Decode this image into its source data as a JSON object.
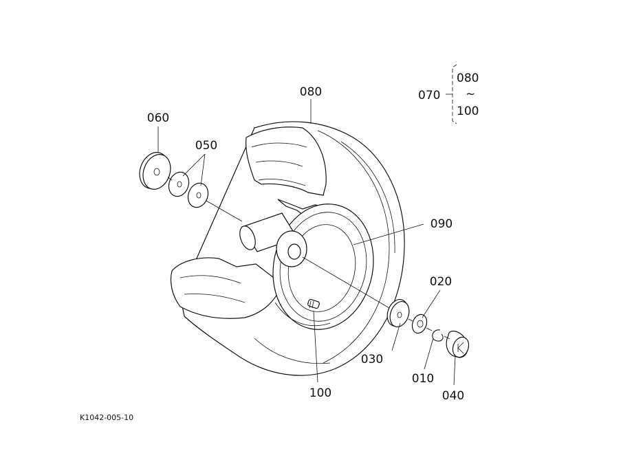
{
  "diagram": {
    "reference_code": "K1042-005-10",
    "assembly": {
      "label": "070",
      "range_start": "080",
      "range_sep": "~",
      "range_end": "100"
    },
    "callouts": {
      "p010": "010",
      "p020": "020",
      "p030": "030",
      "p040": "040",
      "p050": "050",
      "p060": "060",
      "p080": "080",
      "p090": "090",
      "p100": "100"
    }
  }
}
